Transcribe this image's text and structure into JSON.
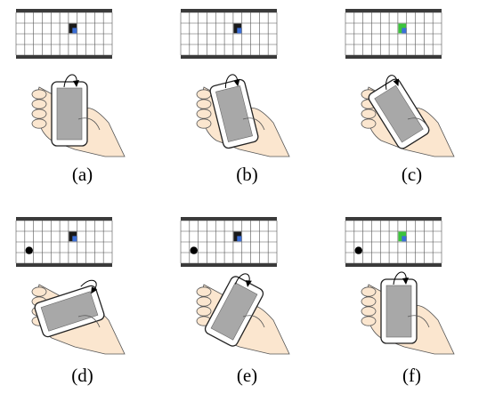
{
  "panels": [
    {
      "label": "(a)",
      "cursor_color": "black",
      "dot": false,
      "tilt": "none"
    },
    {
      "label": "(b)",
      "cursor_color": "black",
      "dot": false,
      "tilt": "slight"
    },
    {
      "label": "(c)",
      "cursor_color": "green",
      "dot": false,
      "tilt": "strong"
    },
    {
      "label": "(d)",
      "cursor_color": "black",
      "dot": true,
      "tilt": "back-strong"
    },
    {
      "label": "(e)",
      "cursor_color": "black",
      "dot": true,
      "tilt": "back-slight"
    },
    {
      "label": "(f)",
      "cursor_color": "green",
      "dot": true,
      "tilt": "none"
    }
  ],
  "colors": {
    "grid_bar": "#3a3a3a",
    "grid_line": "#555555",
    "cursor_black": "#1a1a1a",
    "cursor_green": "#3cc43c",
    "cursor_blue": "#3b6fd8",
    "screen_gray": "#a8a8a8",
    "hand_fill": "#fbe6cf",
    "hand_stroke": "#555555"
  }
}
